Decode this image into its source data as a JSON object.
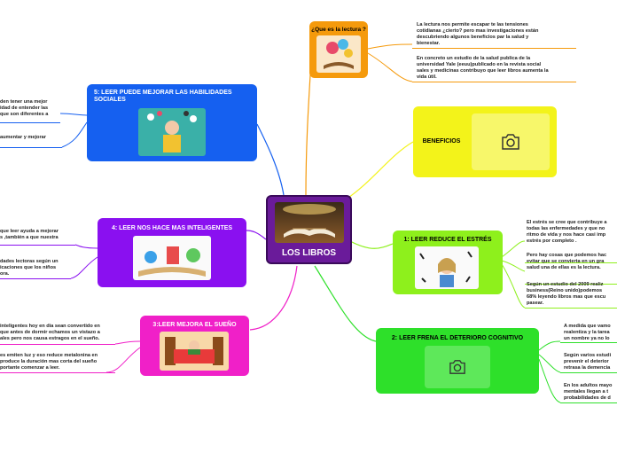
{
  "central": {
    "label": "LOS LIBROS"
  },
  "topics": {
    "que_es": {
      "label": "¿Que es la lectura ?",
      "notes": [
        "La lectura nos permite escapar te las tensiones\ncotidianas ¿cierto? pero mas investigaciones están\ndescubriendo algunos beneficios par la salud y\nbienestar.",
        "En concreto un estudio de la salud publica de la\nuniversidad Yale (eeuu)publicado en la revista social\nsales y medicinas contribuyo que leer libros aumenta la\nvida útil."
      ]
    },
    "beneficios": {
      "label": "BENEFICIOS",
      "icon": "camera-icon"
    },
    "estres": {
      "label": "1: LEER REDUCE EL ESTRÉS",
      "notes": [
        "El estrés se cree que contribuye a\ntodas las enfermedades y que no\nritmo de vida y nos hace casi imp\nestrés por completo .",
        "Pero hay cosas que  podemos hac\nevitar que se convierta en un gra\nsalud una de ellas es la lectura.",
        "Según un estudio del 2009 realiz\nbusiness(Reino unido)podemos\n68% leyendo libros mas que escu\npasear."
      ]
    },
    "cognitivo": {
      "label": "2: LEER FRENA EL DETERIORO COGNITIVO",
      "icon": "camera-icon",
      "notes": [
        "A medida que vamo\nrealentiza y la tarea\nun nombre ya no lo",
        "Según varios estudi\nprevenir el deterior\nretrasa la demencia",
        "En los adultos mayo\nmentales llegan a t\nprobabilidades de d"
      ]
    },
    "sueno": {
      "label": "3:LEER  MEJORA EL SUEÑO",
      "notes": [
        "inteligentes hoy en día sean convertido en\nque antes de dormir echamos un vistazo a\nales pero nos causa estragos en el sueño.",
        "es emiten luz y eso reduce metalonina en\nproduce la duración mas corta del sueño\nportante comenzar a leer."
      ]
    },
    "inteligentes": {
      "label": "4: LEER NOS HACE MAS INTELIGENTES",
      "notes": [
        "que leer ayuda a mejorar\ns ,también  a que nuestra",
        "dades lectoras según un\nicaciones que los niños\nora."
      ]
    },
    "social": {
      "label": "5: LEER PUEDE MEJORAR LAS HABILIDADES\nSOCIALES",
      "notes": [
        "den tener una mejor\nidad de entender las\nque son diferentes a",
        "aumentar y mejorar"
      ]
    }
  },
  "colors": {
    "central": "#6a1b9a",
    "que_es": "#f59a0c",
    "beneficios": "#f3f31a",
    "estres": "#8ef01c",
    "cognitivo": "#2ee02a",
    "sueno": "#f020c8",
    "inteligentes": "#8a10f0",
    "social": "#1560f0"
  }
}
